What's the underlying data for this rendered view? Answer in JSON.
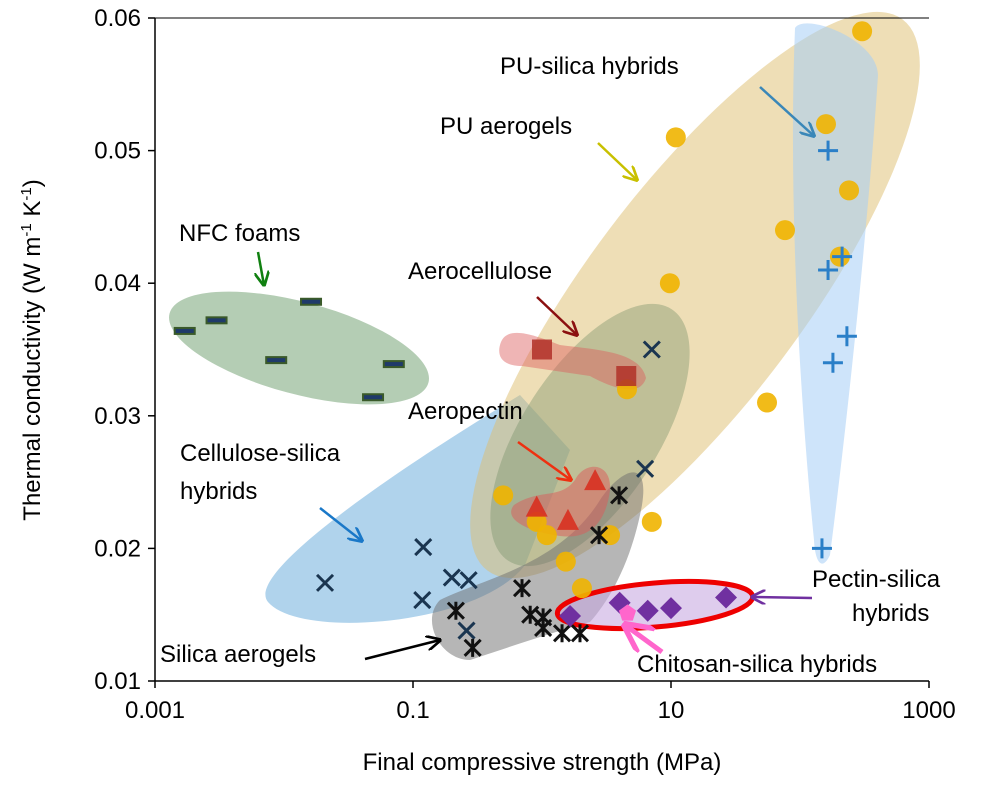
{
  "chart_data": {
    "type": "scatter",
    "title": "",
    "xlabel": "Final compressive strength (MPa)",
    "ylabel_parts": [
      "Thermal conductivity (W m",
      "-1",
      " K",
      "-1",
      ")"
    ],
    "xscale": "log",
    "xlim": [
      0.001,
      1000
    ],
    "ylim": [
      0.01,
      0.06
    ],
    "xticks": [
      "0.001",
      "0.1",
      "10",
      "1000"
    ],
    "xtick_values": [
      0.001,
      0.1,
      10,
      1000
    ],
    "yticks": [
      "0.01",
      "0.02",
      "0.03",
      "0.04",
      "0.05",
      "0.06"
    ],
    "ytick_values": [
      0.01,
      0.02,
      0.03,
      0.04,
      0.05,
      0.06
    ],
    "grid": false,
    "legend": "none",
    "annotations": {
      "pu_silica": "PU-silica hybrids",
      "pu_aerogels": "PU aerogels",
      "nfc": "NFC foams",
      "aerocellulose": "Aerocellulose",
      "aeropectin": "Aeropectin",
      "cellulose_silica_1": "Cellulose-silica",
      "cellulose_silica_2": "hybrids",
      "silica": "Silica aerogels",
      "pectin_silica_1": "Pectin-silica",
      "pectin_silica_2": "hybrids",
      "chitosan": "Chitosan-silica hybrids"
    },
    "series": [
      {
        "name": "NFC foams",
        "marker": "dash",
        "color": "#2e5a2e",
        "x": [
          0.0017,
          0.003,
          0.0087,
          0.0162,
          0.049,
          0.071
        ],
        "y": [
          0.0364,
          0.0372,
          0.0342,
          0.0386,
          0.0314,
          0.0339
        ]
      },
      {
        "name": "PU aerogels",
        "marker": "circle",
        "color": "#f0b400",
        "x": [
          303,
          159,
          240,
          76.5,
          204,
          10.9,
          9.8,
          55.5,
          7.1,
          0.5,
          0.91,
          1.09,
          3.37,
          1.53,
          2.04,
          4.56
        ],
        "y": [
          0.059,
          0.052,
          0.047,
          0.044,
          0.042,
          0.051,
          0.04,
          0.031,
          0.022,
          0.024,
          0.022,
          0.021,
          0.021,
          0.019,
          0.017,
          0.032
        ]
      },
      {
        "name": "PU-silica hybrids",
        "marker": "plus",
        "color": "#2a7fc8",
        "x": [
          165,
          165,
          212,
          231,
          180,
          148
        ],
        "y": [
          0.05,
          0.041,
          0.042,
          0.036,
          0.034,
          0.02
        ]
      },
      {
        "name": "Aerocellulose",
        "marker": "square",
        "color": "#b03028",
        "x": [
          1.0,
          4.5
        ],
        "y": [
          0.035,
          0.033
        ]
      },
      {
        "name": "Aeropectin",
        "marker": "triangle",
        "color": "#d83020",
        "x": [
          0.91,
          1.59,
          2.58
        ],
        "y": [
          0.023,
          0.022,
          0.025
        ]
      },
      {
        "name": "Cellulose-silica hybrids",
        "marker": "x",
        "color": "#1a3550",
        "x": [
          0.0208,
          0.12,
          0.118,
          0.2,
          0.27,
          0.26,
          7.1,
          6.3
        ],
        "y": [
          0.0174,
          0.0201,
          0.0161,
          0.0178,
          0.0176,
          0.0138,
          0.035,
          0.026
        ]
      },
      {
        "name": "Silica aerogels",
        "marker": "asterisk",
        "color": "#111111",
        "x": [
          0.215,
          0.29,
          0.7,
          0.81,
          1.02,
          1.02,
          1.43,
          1.97,
          3.96,
          2.77
        ],
        "y": [
          0.0153,
          0.0125,
          0.017,
          0.015,
          0.0148,
          0.014,
          0.0136,
          0.0136,
          0.024,
          0.021
        ]
      },
      {
        "name": "Pectin-silica hybrids",
        "marker": "diamond",
        "color": "#7030a0",
        "x": [
          1.65,
          4.0,
          6.6,
          10,
          26.7
        ],
        "y": [
          0.0149,
          0.0159,
          0.0153,
          0.0155,
          0.0163
        ]
      },
      {
        "name": "Chitosan-silica hybrids",
        "marker": "pentagon",
        "color": "#ff66cc",
        "x": [
          4.6
        ],
        "y": [
          0.0151
        ]
      }
    ]
  }
}
